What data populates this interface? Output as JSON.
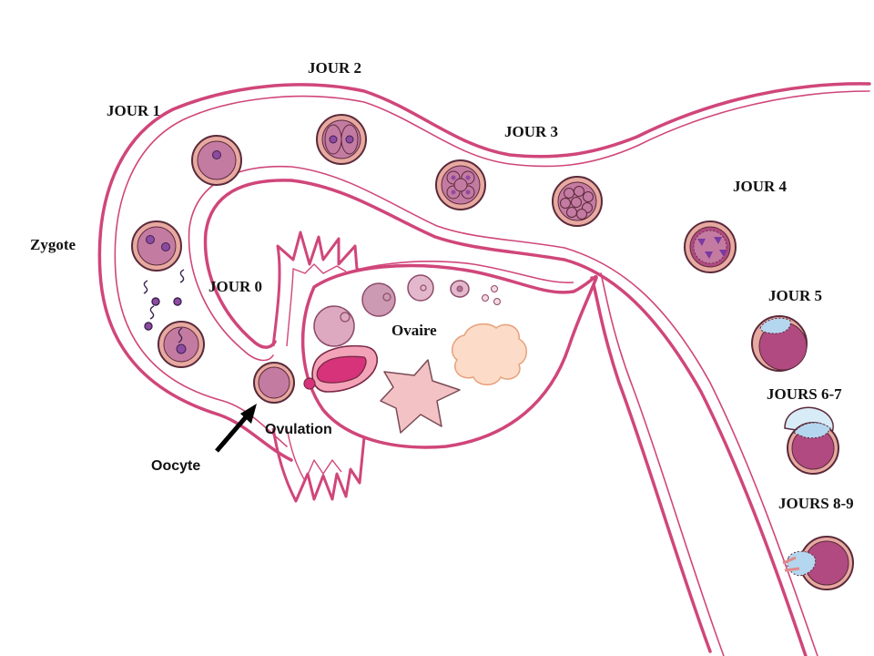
{
  "labels": {
    "jour2": "JOUR 2",
    "jour1": "JOUR 1",
    "jour3": "JOUR 3",
    "jour4": "JOUR 4",
    "zygote": "Zygote",
    "jour0": "JOUR 0",
    "ovaire": "Ovaire",
    "jour5": "JOUR 5",
    "jours67": "JOURS 6-7",
    "ovulation": "Ovulation",
    "oocyte": "Oocyte",
    "jours89": "JOURS 8-9"
  },
  "colors": {
    "tube": "#d0467a",
    "cell_fill": "#c47ba2",
    "cell_rim": "#e7a9a0",
    "nucleus": "#8e4aa0",
    "blastocyst": "#b04a80",
    "trophoblast": "#b5d6ef",
    "ovary_pink": "#d6337a",
    "follicle": "#fcdcc8",
    "corpus": "#f2c2c4"
  }
}
